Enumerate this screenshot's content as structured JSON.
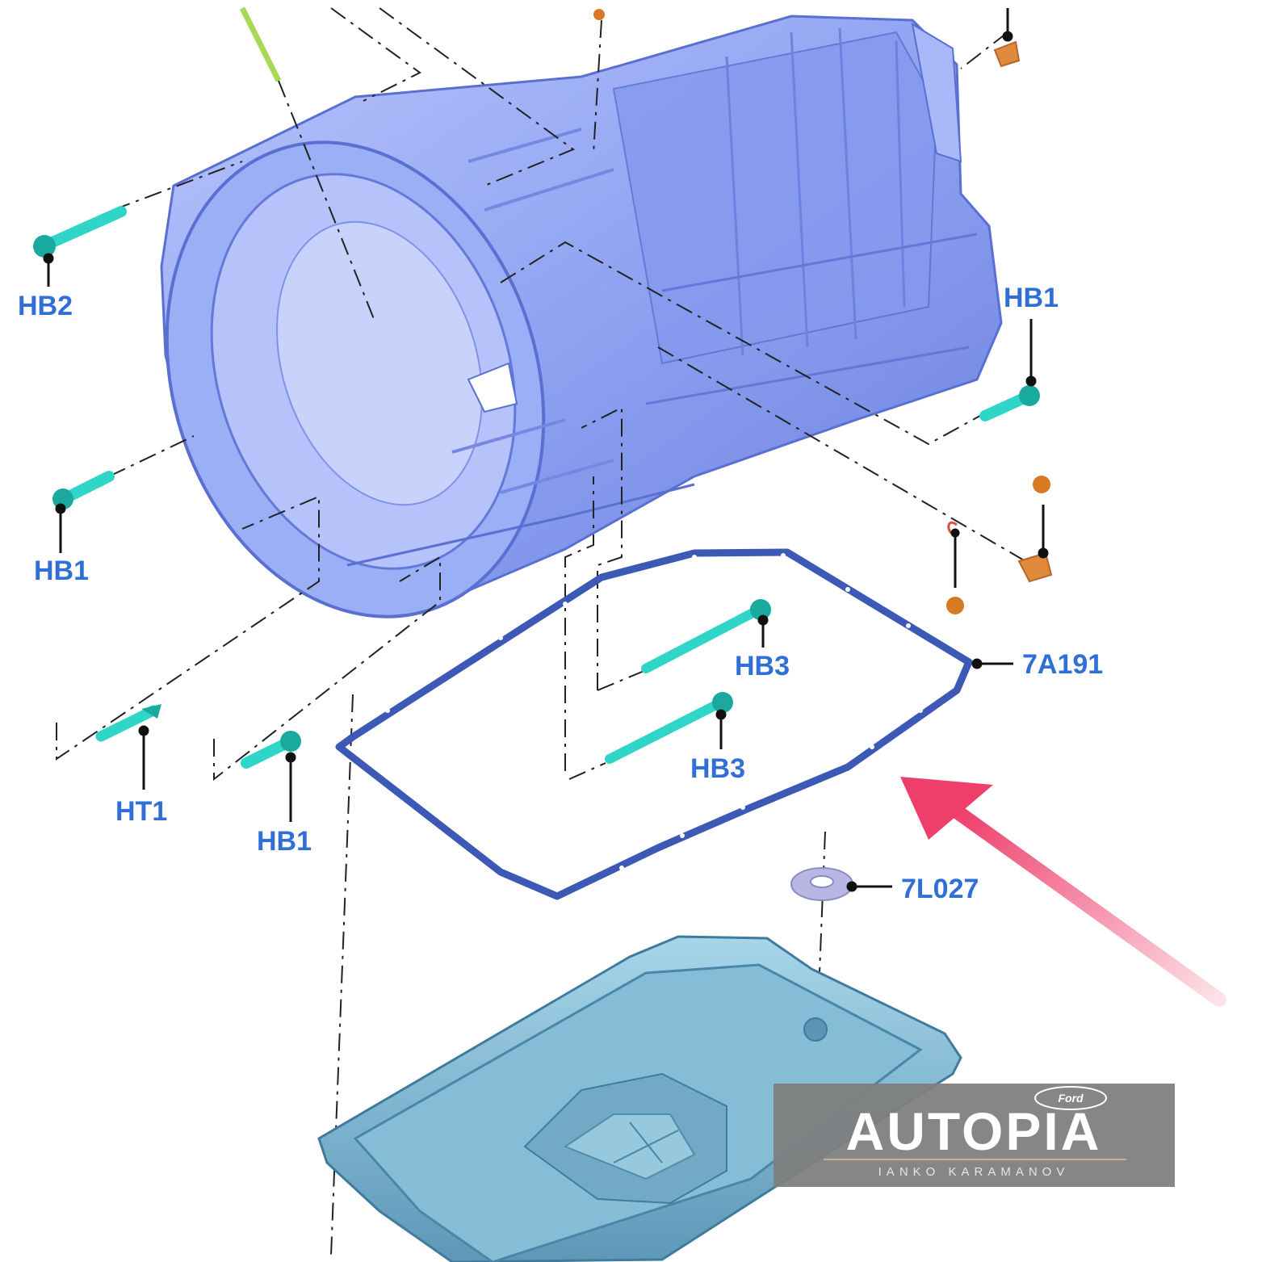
{
  "colors": {
    "label": "#2f6fd6",
    "leader": "#111111",
    "housing": "#8fa3f2",
    "housing_dark": "#6478d9",
    "housing_light": "#c3cdfa",
    "bolt": "#2fd6c8",
    "bolt_dark": "#1aa99e",
    "gasket": "#3c59b5",
    "pan": "#6ea8c6",
    "pan_light": "#a7d6ea",
    "pan_dark": "#4a86a6",
    "washer": "#b8b6e3",
    "plug": "#e08a3c",
    "dot": "#d87a24",
    "clip": "#e24a3a",
    "dipstick": "#a8d85a",
    "arrow": "#ee3f6b",
    "watermark_bg": "#808080",
    "watermark_text": "#ffffff"
  },
  "parts": {
    "hb2": "HB2",
    "hb1_right": "HB1",
    "hb1_left": "HB1",
    "hb3_upper": "HB3",
    "hb3_lower": "HB3",
    "gasket_7a191": "7A191",
    "ht1": "HT1",
    "hb1_bottom": "HB1",
    "washer_7l027": "7L027"
  },
  "icons": {
    "arrow": "callout-arrow-icon",
    "logo_oval": "ford-oval-icon"
  },
  "watermark": {
    "title": "AUTOPIA",
    "subtitle": "IANKO KARAMANOV",
    "oval_text": "Ford"
  }
}
